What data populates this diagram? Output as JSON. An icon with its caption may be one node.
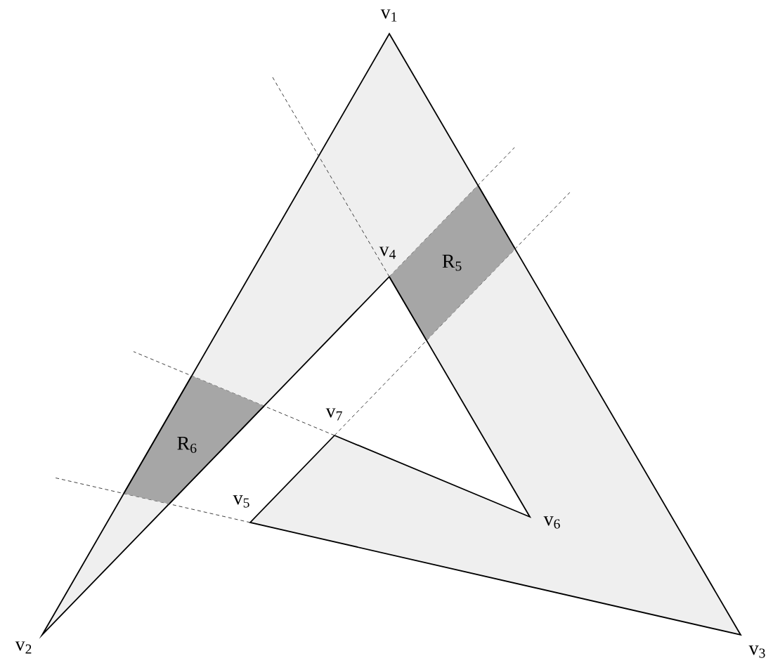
{
  "diagram": {
    "nodes": [
      {
        "text": [
          "R$_{5}$"
        ]
      },
      {
        "text": [
          "R$_{6}$"
        ]
      }
    ],
    "labels": [
      "v$_{1}$",
      "v$_{2}$",
      "v$_{3}$",
      "v$_{4}$",
      "v$_{5}$",
      "v$_{6}$",
      "v$_{7}$"
    ]
  }
}
